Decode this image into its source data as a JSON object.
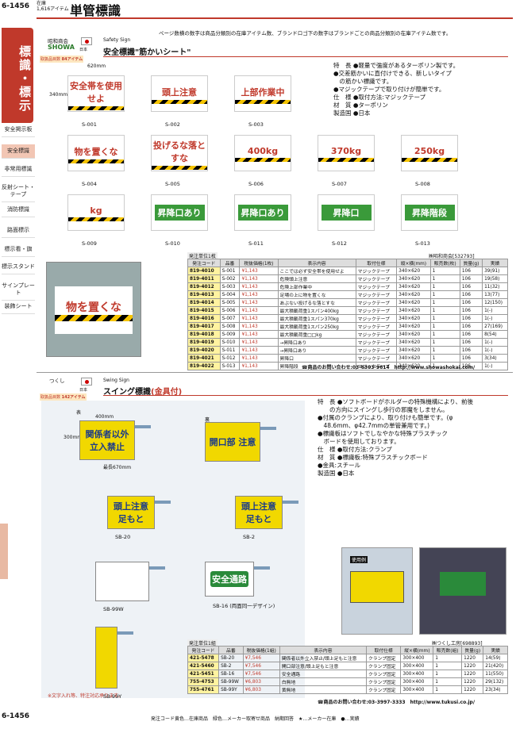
{
  "header": {
    "page": "6-1456",
    "stock_label": "在庫",
    "stock_count": "1,616アイテム",
    "title": "単管標識",
    "note": "ページ数横の数字は商品分類別の在庫アイテム数、ブランドロゴ下の数字はブランドごとの商品分類別の在庫アイテム数です。"
  },
  "sidebar": {
    "title": "標識・標示",
    "items": [
      "安全掲示板",
      "安全標識",
      "非常用標識",
      "反射シート・テープ",
      "消防標識",
      "路面標示",
      "標示看・旗",
      "標示スタンド",
      "サインプレート",
      "装飾シート"
    ]
  },
  "section1": {
    "brand": "昭和商会",
    "brand_logo": "SHOWA",
    "country": "日本",
    "en": "Safety Sign",
    "title": "安全標識\"筋かいシート\"",
    "stock_label": "取扱品目数",
    "stock": "84アイテム",
    "dims": {
      "w": "620mm",
      "h": "340mm"
    },
    "signs": [
      {
        "code": "S-001",
        "text": "安全帯を使用せよ"
      },
      {
        "code": "S-002",
        "text": "頭上注意"
      },
      {
        "code": "S-003",
        "text": "上部作業中"
      },
      {
        "code": "S-004",
        "text": "物を置くな"
      },
      {
        "code": "S-005",
        "text": "投げるな落とすな"
      },
      {
        "code": "S-006",
        "text": "400kg"
      },
      {
        "code": "S-007",
        "text": "370kg"
      },
      {
        "code": "S-008",
        "text": "250kg"
      },
      {
        "code": "S-009",
        "text": "kg"
      },
      {
        "code": "S-010",
        "text": "昇降口あり"
      },
      {
        "code": "S-011",
        "text": "昇降口あり"
      },
      {
        "code": "S-012",
        "text": "昇降口"
      },
      {
        "code": "S-013",
        "text": "昇降階段"
      }
    ],
    "spec": [
      "特　長 ●軽量で強度があるターポリン製です。",
      "●交差筋かいに直付けできる、新しいタイプ",
      "　の筋かい標識です。",
      "●マジックテープで取り付けが簡単です。",
      "仕　様 ●取付方法:マジックテープ",
      "材　質 ●ターポリン",
      "製造国 ●日本"
    ],
    "maker_note": "㈱昭和商会[532793]",
    "unit": "発注単位1枚",
    "cols": [
      "発注コード",
      "品番",
      "税抜価格(1枚)",
      "表示内容",
      "取付仕様",
      "縦×横(mm)",
      "販売数(枚)",
      "質量(g)",
      "実績"
    ],
    "rows": [
      [
        "819-4010",
        "S-001",
        "¥1,143",
        "ここでは必ず安全帯を使用せよ",
        "マジックテープ",
        "340×620",
        "1",
        "106",
        "39(91)"
      ],
      [
        "819-4011",
        "S-002",
        "¥1,143",
        "危険頭上注意",
        "マジックテープ",
        "340×620",
        "1",
        "106",
        "19(58)"
      ],
      [
        "819-4012",
        "S-003",
        "¥1,143",
        "危険上部作業中",
        "マジックテープ",
        "340×620",
        "1",
        "106",
        "11(32)"
      ],
      [
        "819-4013",
        "S-004",
        "¥1,143",
        "足場の上に物を置くな",
        "マジックテープ",
        "340×620",
        "1",
        "106",
        "13(77)"
      ],
      [
        "819-4014",
        "S-005",
        "¥1,143",
        "あぶない投げるな落とすな",
        "マジックテープ",
        "340×620",
        "1",
        "106",
        "12(150)"
      ],
      [
        "819-4015",
        "S-006",
        "¥1,143",
        "最大積載荷重1スパン400kg",
        "マジックテープ",
        "340×620",
        "1",
        "106",
        "1(-)"
      ],
      [
        "819-4016",
        "S-007",
        "¥1,143",
        "最大積載荷重1スパン370kg",
        "マジックテープ",
        "340×620",
        "1",
        "106",
        "1(-)"
      ],
      [
        "819-4017",
        "S-008",
        "¥1,143",
        "最大積載荷重1スパン250kg",
        "マジックテープ",
        "340×620",
        "1",
        "106",
        "27(169)"
      ],
      [
        "819-4018",
        "S-009",
        "¥1,143",
        "最大積載荷重□□kg",
        "マジックテープ",
        "340×620",
        "1",
        "106",
        "8(54)"
      ],
      [
        "819-4019",
        "S-010",
        "¥1,143",
        "→昇降口あり",
        "マジックテープ",
        "340×620",
        "1",
        "106",
        "1(-)"
      ],
      [
        "819-4020",
        "S-011",
        "¥1,143",
        "→昇降口あり",
        "マジックテープ",
        "340×620",
        "1",
        "106",
        "1(-)"
      ],
      [
        "819-4021",
        "S-012",
        "¥1,143",
        "昇降口",
        "マジックテープ",
        "340×620",
        "1",
        "106",
        "3(34)"
      ],
      [
        "819-4022",
        "S-013",
        "¥1,143",
        "昇降階段",
        "マジックテープ",
        "340×620",
        "1",
        "106",
        "1(-)"
      ]
    ],
    "contact": "☎商品のお問い合わせ:03-6303-9614　http://www.showashokai.com/"
  },
  "section2": {
    "brand": "つくし",
    "country": "日本",
    "en": "Swing Sign",
    "title": "スイング標識",
    "title_sub": "(金具付)",
    "stock_label": "取扱品目数",
    "stock": "142アイテム",
    "dims": {
      "w": "400mm",
      "h": "300mm",
      "total": "最長670mm",
      "front": "表",
      "back": "裏"
    },
    "signs": [
      {
        "code": "",
        "text": "関係者以外 立入禁止"
      },
      {
        "code": "",
        "text": "開口部 注意"
      },
      {
        "code": "SB-20",
        "text": "頭上注意 足もと"
      },
      {
        "code": "SB-2",
        "text": "頭上注意 足もと"
      },
      {
        "code": "SB-99W",
        "text": ""
      },
      {
        "code": "SB-16 (両面同一デザイン)",
        "text": "安全通路"
      },
      {
        "code": "SB-99Y",
        "text": ""
      }
    ],
    "install_label": "使用例",
    "note": "※文字入れ等、特注対応承ります。",
    "spec": [
      "特　長 ●ソフトボードがホルダーの特殊機構により、前後",
      "　　の方向にスイングし歩行の邪魔をしません。",
      "●付属のクランプにより、取り付けも簡単です。(φ",
      "　48.6mm、φ42.7mmの単管兼用です。)",
      "●標識板はソフトでしなやかな特殊プラスチック",
      "　ボードを使用しております。",
      "仕　様 ●取付方法:クランプ",
      "材　質 ●標識板:特殊プラスチックボード",
      "●金具:スチール",
      "製造国 ●日本"
    ],
    "maker_note": "㈱つくし工房[698893]",
    "unit": "発注単位1組",
    "cols": [
      "発注コード",
      "品番",
      "税抜価格(1組)",
      "表示内容",
      "取付仕様",
      "縦×横(mm)",
      "販売数(組)",
      "質量(g)",
      "実績"
    ],
    "rows": [
      [
        "421-5478",
        "SB-20",
        "¥7,546",
        "関係者以外立入禁止/頭上足もと注意",
        "クランプ固定",
        "300×400",
        "1",
        "1220",
        "14(59)"
      ],
      [
        "421-5460",
        "SB-2",
        "¥7,546",
        "開口部注意/頭上足もと注意",
        "クランプ固定",
        "300×400",
        "1",
        "1220",
        "21(420)"
      ],
      [
        "421-5451",
        "SB-16",
        "¥7,546",
        "安全通路",
        "クランプ固定",
        "300×400",
        "1",
        "1220",
        "11(550)"
      ],
      [
        "755-4753",
        "SB-99W",
        "¥6,803",
        "白無地",
        "クランプ固定",
        "300×400",
        "1",
        "1220",
        "29(132)"
      ],
      [
        "755-4761",
        "SB-99Y",
        "¥6,803",
        "黄無地",
        "クランプ固定",
        "300×400",
        "1",
        "1220",
        "23(34)"
      ]
    ],
    "contact": "☎商品のお問い合わせ:03-3997-3333　http://www.tukusi.co.jp/"
  },
  "footer": {
    "page": "6-1456",
    "legend": "発注コード黄色…在庫商品　緑色…メーカー取寄せ商品　納期回答　★…メーカー在庫　●…実績"
  }
}
